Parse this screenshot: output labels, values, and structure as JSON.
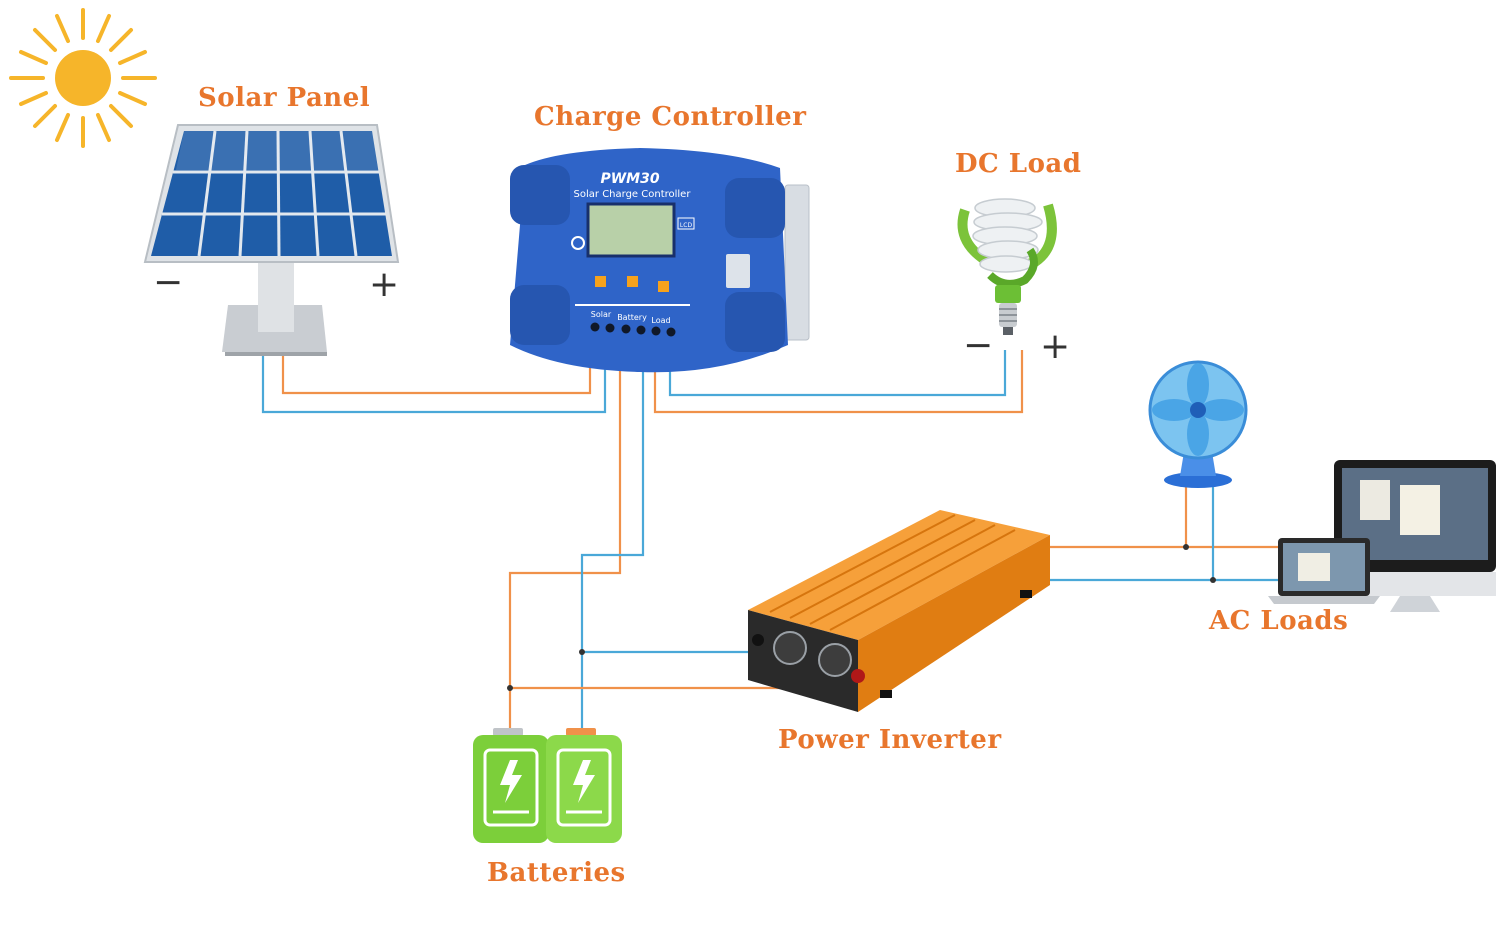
{
  "labels": {
    "solar_panel": "Solar Panel",
    "charge_controller": "Charge Controller",
    "dc_load": "DC Load",
    "ac_loads": "AC Loads",
    "power_inverter": "Power Inverter",
    "batteries": "Batteries"
  },
  "controller": {
    "model": "PWM30",
    "subtitle": "Solar Charge Controller",
    "lcd_tag": "LCD",
    "terminal_solar": "Solar",
    "terminal_battery": "Battery",
    "terminal_load": "Load"
  },
  "signs": {
    "minus": "−",
    "plus": "+"
  },
  "colors": {
    "label": "#e8762d",
    "wire_positive": "#f0914a",
    "wire_negative": "#4aa8d8",
    "controller_body": "#2f64c8",
    "inverter_body": "#f28c1e",
    "battery": "#7ccf3a",
    "sun": "#f6b52a"
  },
  "icons": {
    "sun": "sun-icon",
    "solar_panel": "solar-panel-icon",
    "bulb": "cfl-bulb-icon",
    "fan": "desk-fan-icon",
    "computers": "computers-icon",
    "battery": "battery-icon",
    "inverter": "power-inverter-icon",
    "controller": "charge-controller-icon"
  }
}
